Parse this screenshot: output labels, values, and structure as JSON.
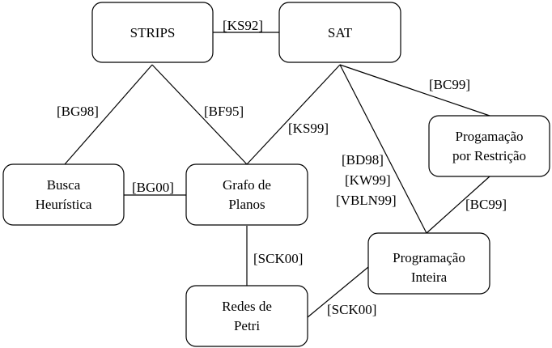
{
  "nodes": {
    "strips": {
      "lines": [
        "STRIPS"
      ]
    },
    "sat": {
      "lines": [
        "SAT"
      ]
    },
    "busca": {
      "lines": [
        "Busca",
        "Heurística"
      ]
    },
    "grafo": {
      "lines": [
        "Grafo de",
        "Planos"
      ]
    },
    "restricao": {
      "lines": [
        "Progamação",
        "por Restrição"
      ]
    },
    "petri": {
      "lines": [
        "Redes de",
        "Petri"
      ]
    },
    "inteira": {
      "lines": [
        "Programação",
        "Inteira"
      ]
    }
  },
  "edges": [
    {
      "from": "STRIPS",
      "to": "SAT",
      "labels": [
        "[KS92]"
      ]
    },
    {
      "from": "STRIPS",
      "to": "Busca Heurística",
      "labels": [
        "[BG98]"
      ]
    },
    {
      "from": "STRIPS",
      "to": "Grafo de Planos",
      "labels": [
        "[BF95]"
      ]
    },
    {
      "from": "SAT",
      "to": "Grafo de Planos",
      "labels": [
        "[KS99]"
      ]
    },
    {
      "from": "SAT",
      "to": "Progamação por Restrição",
      "labels": [
        "[BC99]"
      ]
    },
    {
      "from": "SAT",
      "to": "Programação Inteira",
      "labels": [
        "[BD98]",
        "[KW99]",
        "[VBLN99]"
      ]
    },
    {
      "from": "Busca Heurística",
      "to": "Grafo de Planos",
      "labels": [
        "[BG00]"
      ]
    },
    {
      "from": "Progamação por Restrição",
      "to": "Programação Inteira",
      "labels": [
        "[BC99]"
      ]
    },
    {
      "from": "Grafo de Planos",
      "to": "Redes de Petri",
      "labels": [
        "[SCK00]"
      ]
    },
    {
      "from": "Programação Inteira",
      "to": "Redes de Petri",
      "labels": [
        "[SCK00]"
      ]
    }
  ]
}
